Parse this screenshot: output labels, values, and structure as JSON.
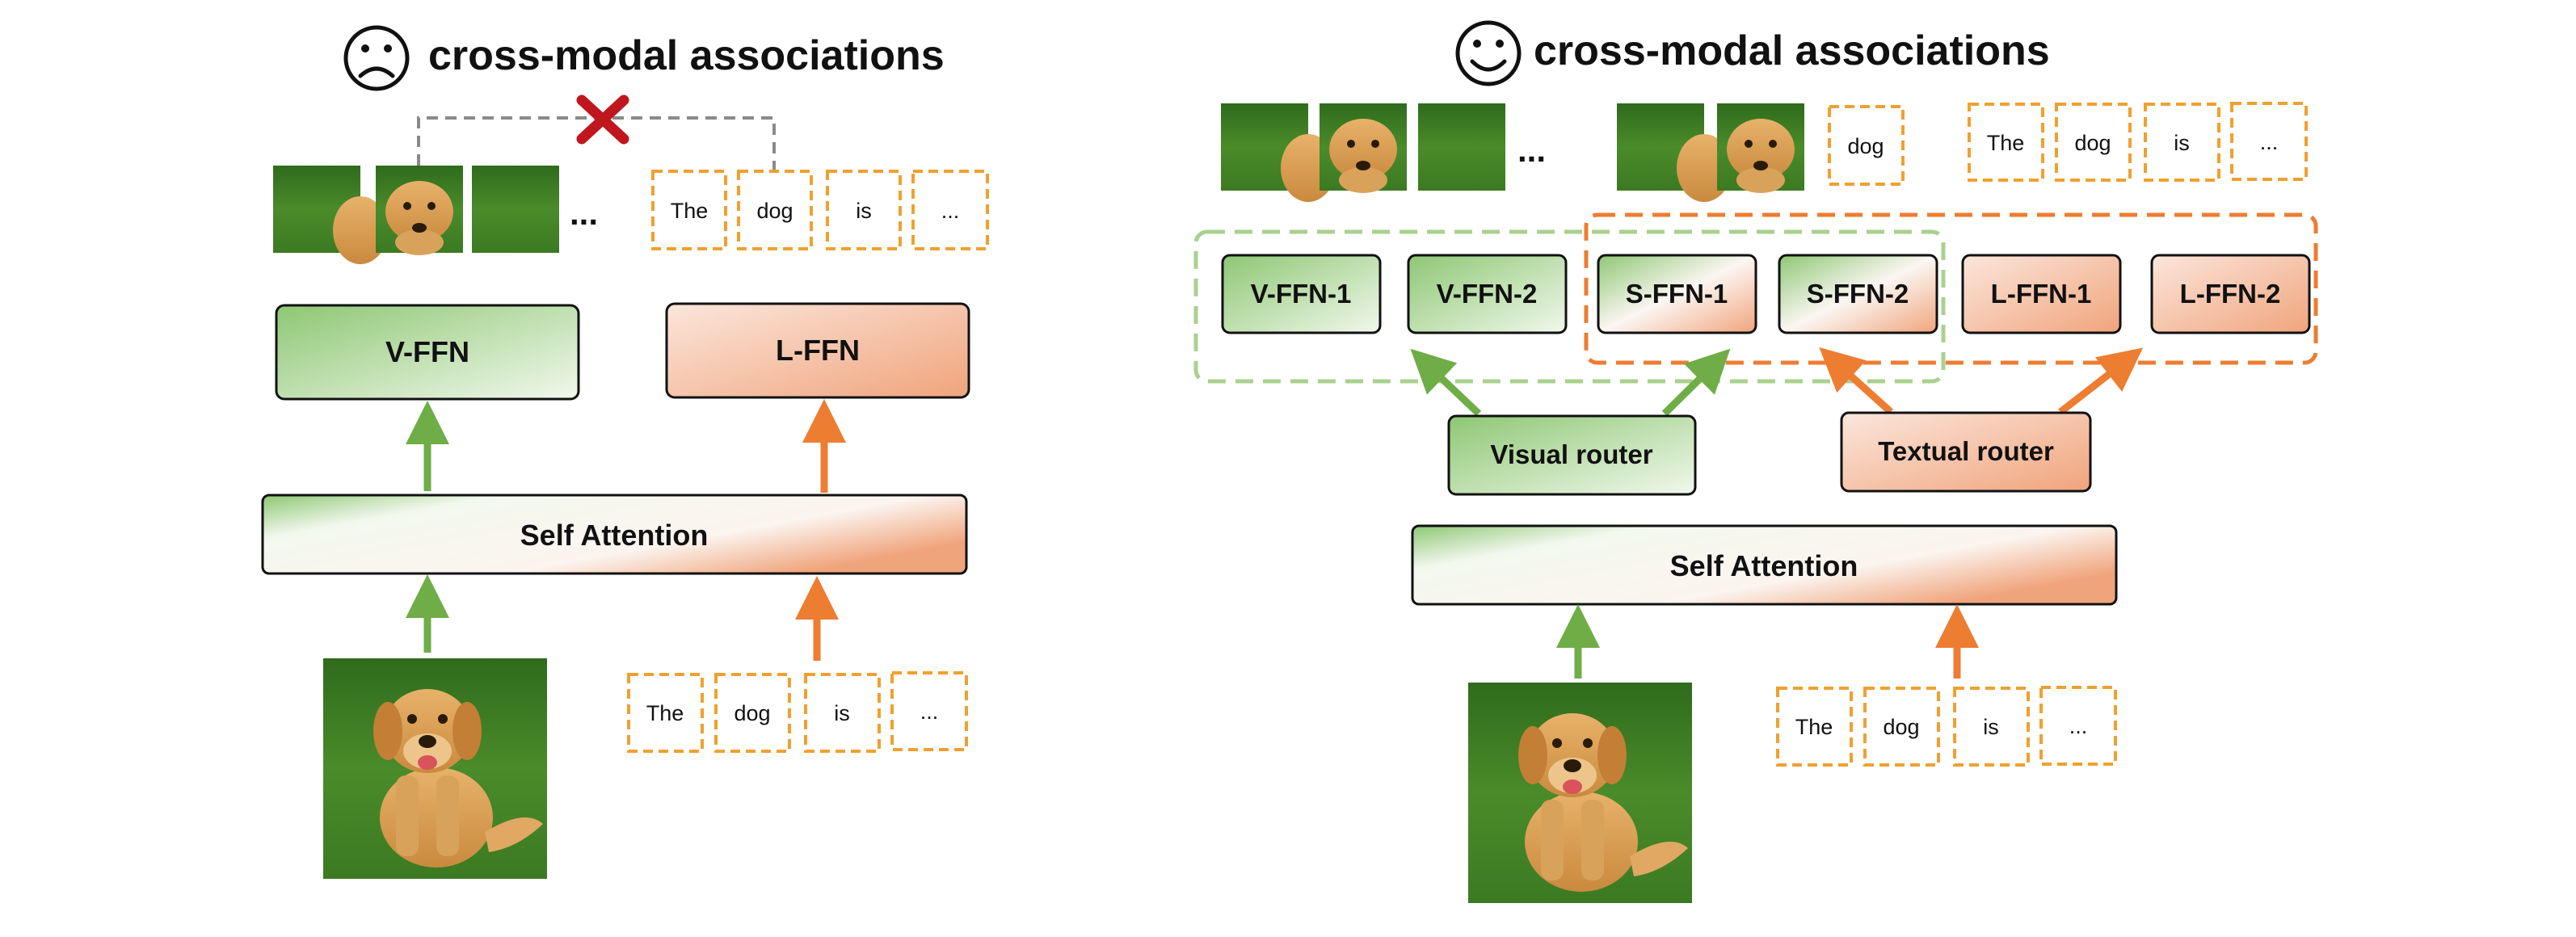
{
  "left_panel": {
    "title": "cross-modal associations",
    "title_face": "sad-face",
    "cross_mark_color": "#c0171f",
    "top_patch_ellipsis": "...",
    "top_tokens": [
      "The",
      "dog",
      "is",
      "..."
    ],
    "experts": {
      "vision": "V-FFN",
      "language": "L-FFN"
    },
    "attention": "Self Attention",
    "input_tokens": [
      "The",
      "dog",
      "is",
      "..."
    ]
  },
  "right_panel": {
    "title": "cross-modal associations",
    "title_face": "happy-face",
    "top_patch_ellipsis": "...",
    "selected_token": "dog",
    "top_tokens": [
      "The",
      "dog",
      "is",
      "..."
    ],
    "experts": [
      "V-FFN-1",
      "V-FFN-2",
      "S-FFN-1",
      "S-FFN-2",
      "L-FFN-1",
      "L-FFN-2"
    ],
    "routers": {
      "visual": "Visual router",
      "textual": "Textual router"
    },
    "attention": "Self Attention",
    "input_tokens": [
      "The",
      "dog",
      "is",
      "..."
    ]
  },
  "colors": {
    "vision_green": "#6fad47",
    "language_orange": "#ed7d31",
    "token_border": "#f0a030",
    "group_vision": "#a9d18e",
    "group_shared": "#ed7d31",
    "connector_gray": "#8a8a8a"
  }
}
